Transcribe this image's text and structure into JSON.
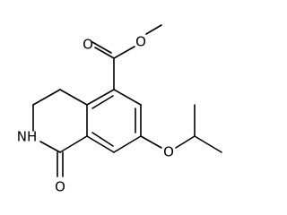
{
  "molecule": {
    "atoms": {
      "ester_oxygen_double": "O",
      "ester_oxygen_single": "O",
      "ether_oxygen": "O",
      "lactam_oxygen": "O",
      "lactam_nitrogen": "NH"
    }
  },
  "colors": {
    "bond": "#000000",
    "background": "#ffffff"
  }
}
